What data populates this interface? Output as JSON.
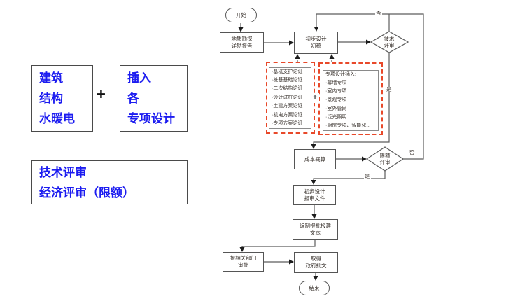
{
  "colors": {
    "accent_blue": "#1c1cf0",
    "dash_red": "#e8492a"
  },
  "left_panel": {
    "box1_lines": [
      "建筑",
      "结构",
      "水暖电"
    ],
    "plus": "+",
    "box2_lines": [
      "插入",
      "各",
      "专项设计"
    ],
    "box3_lines": [
      "技术评审",
      "经济评审（限额）"
    ]
  },
  "flowchart": {
    "start": "开始",
    "survey_lines": [
      "地质勘探",
      "详勘报告"
    ],
    "draft_lines": [
      "初步设计",
      "初稿"
    ],
    "tech_review_lines": [
      "技术",
      "评审"
    ],
    "demo_items": [
      "·基坑支护论证",
      "·桩基基础论证",
      "·二次结构论证",
      "·设计试桩论证",
      "·土建方案论证",
      "·机电方案论证",
      "·专项方案论证"
    ],
    "plus": "+",
    "special_title": "专项设计插入:",
    "special_items": [
      "·幕墙专项",
      "·室内专项",
      "·景观专项",
      "·室外管网",
      "·泛光照明",
      "·厨房专项、智能化..."
    ],
    "cost": "成本概算",
    "limit_review_lines": [
      "限额",
      "评审"
    ],
    "submit_lines": [
      "初步设计",
      "报审文件"
    ],
    "compile_lines": [
      "编制报批报建",
      "文本"
    ],
    "dept_lines": [
      "报相关部门",
      "审批"
    ],
    "obtain_lines": [
      "取得",
      "政府批文"
    ],
    "end": "结束",
    "label_no_top": "否",
    "label_no_right": "否",
    "label_yes_tech": "是",
    "label_yes_limit": "是"
  }
}
